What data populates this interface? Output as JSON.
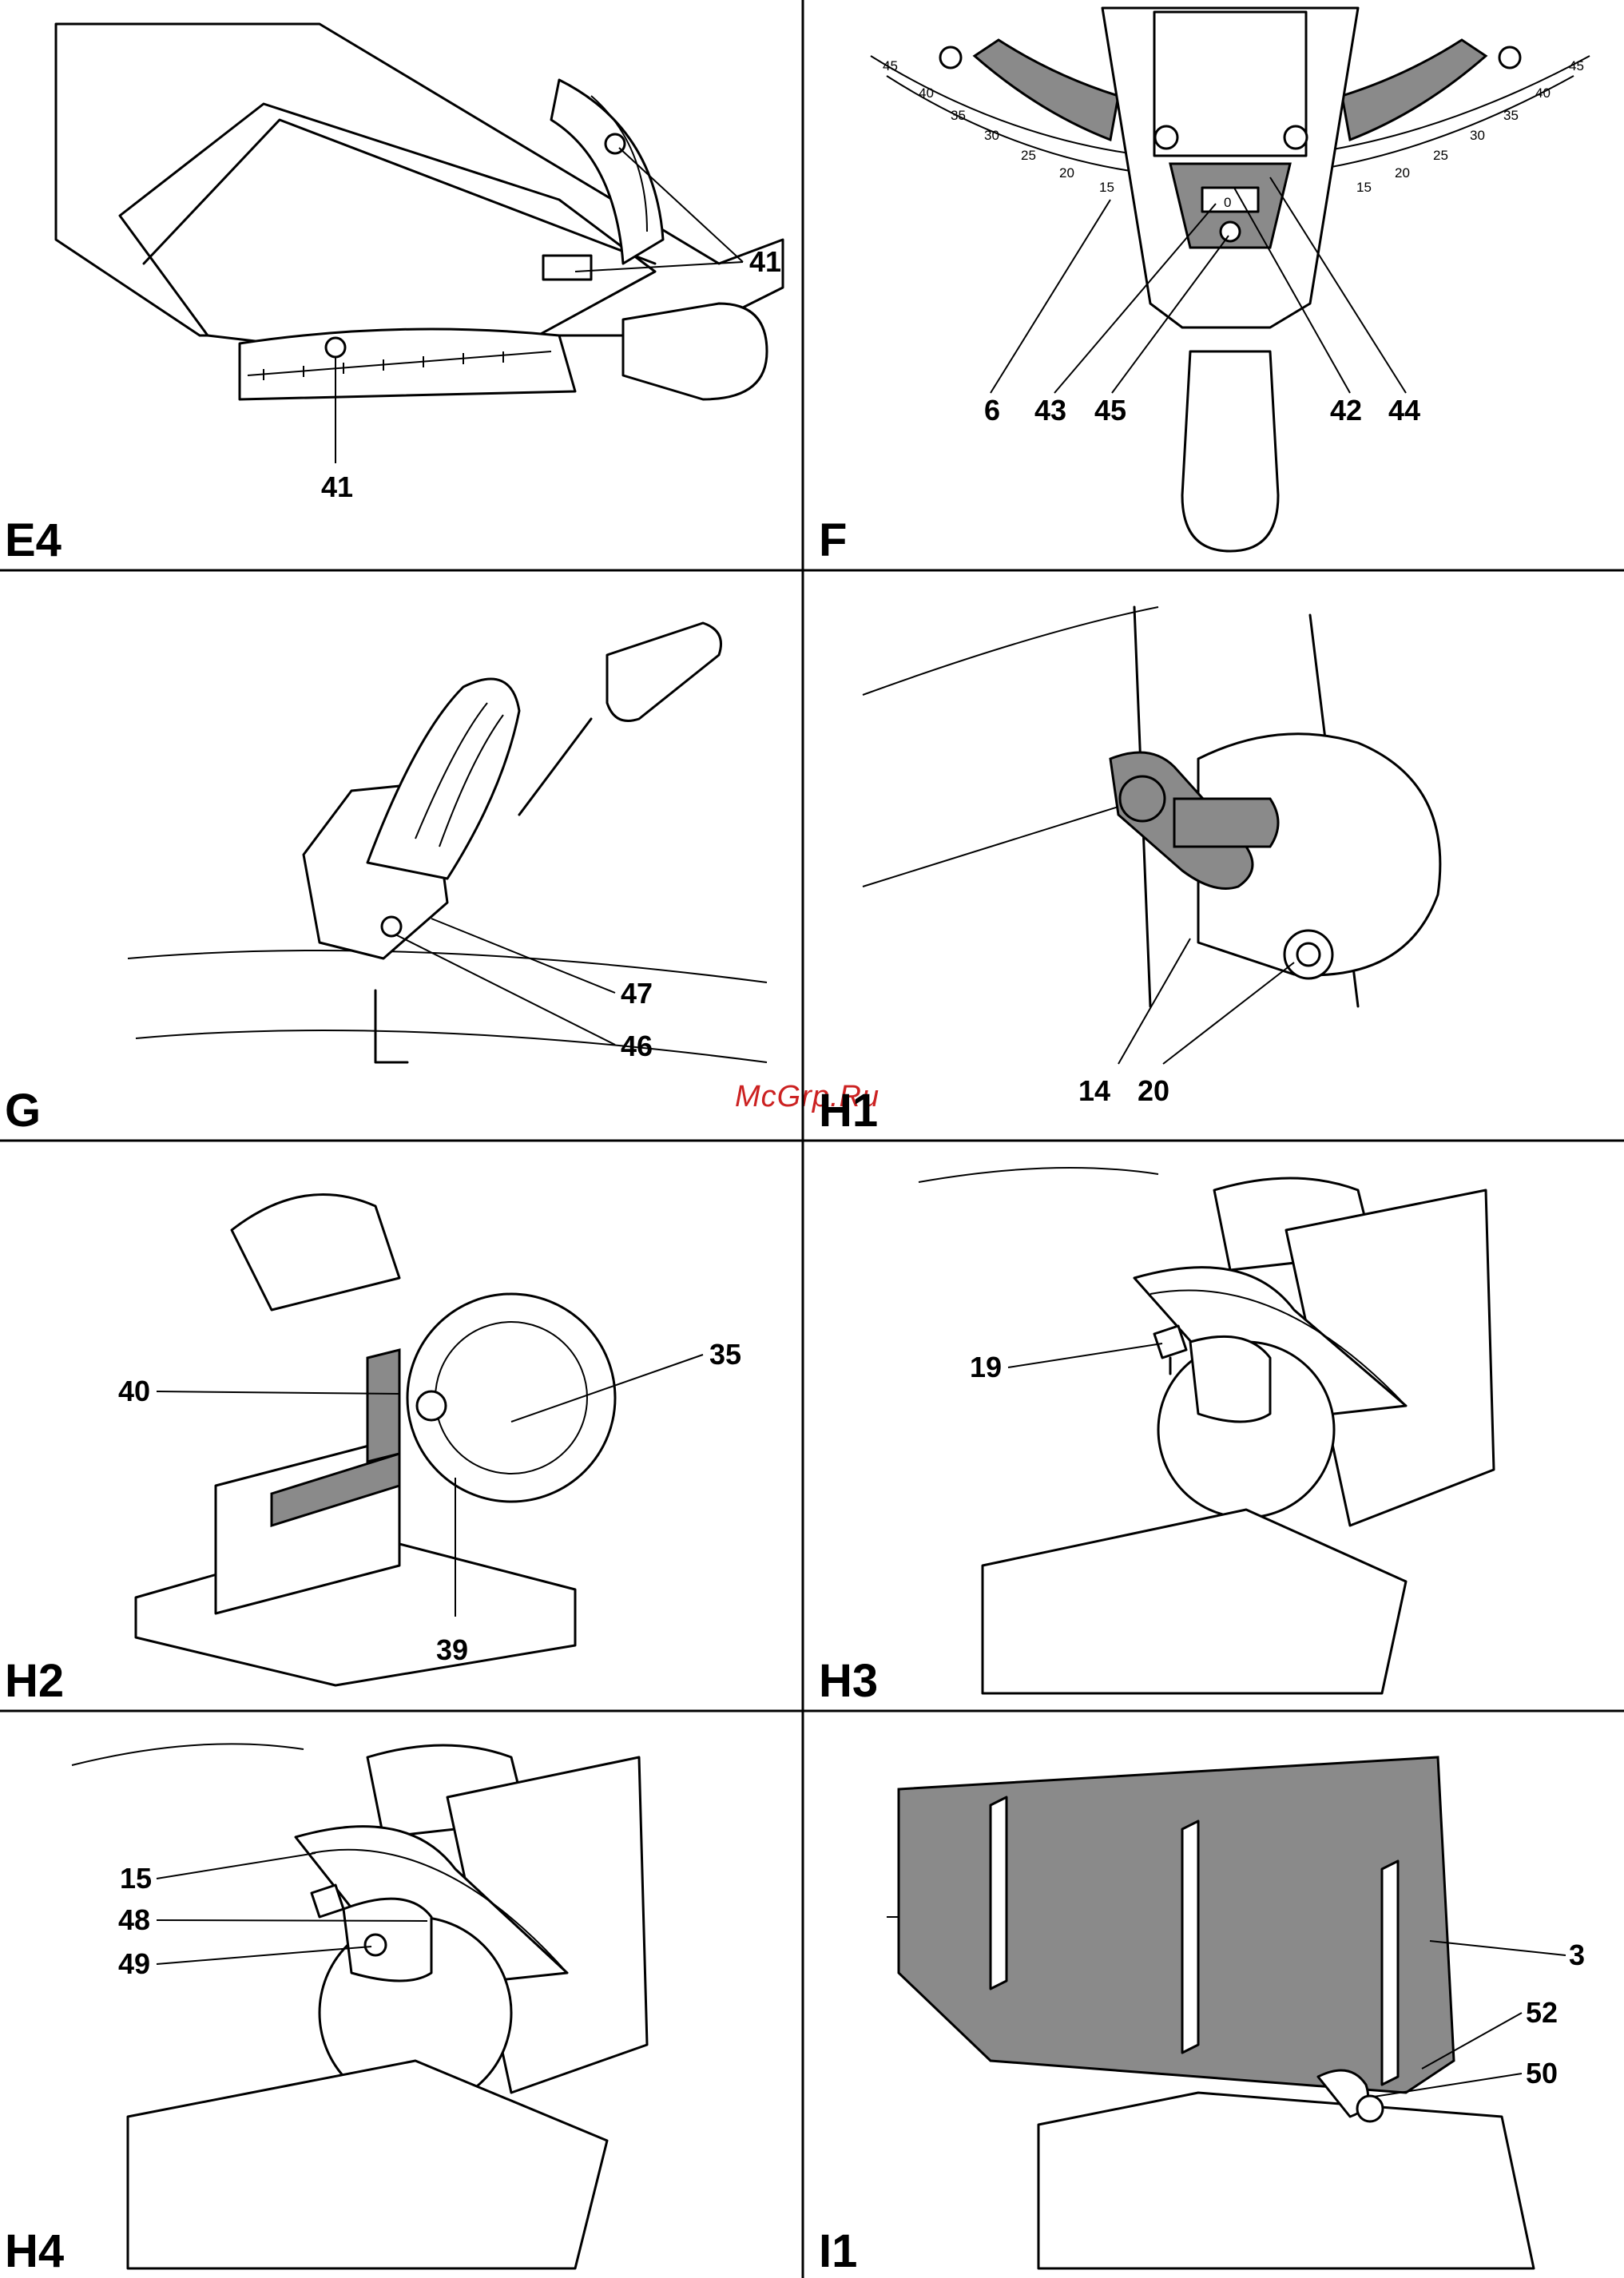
{
  "watermark": "McGrp.Ru",
  "panels": [
    {
      "id": "E4",
      "label": "E4",
      "callouts": [
        "41",
        "41"
      ]
    },
    {
      "id": "F",
      "label": "F",
      "callouts": [
        "6",
        "43",
        "45",
        "42",
        "44"
      ],
      "scale_ticks_left": [
        "45",
        "40",
        "35",
        "30",
        "25",
        "20",
        "15"
      ],
      "scale_ticks_right": [
        "15",
        "20",
        "25",
        "30",
        "35",
        "40",
        "45"
      ],
      "scale_center": "0"
    },
    {
      "id": "G",
      "label": "G",
      "callouts": [
        "47",
        "46"
      ]
    },
    {
      "id": "H1",
      "label": "H1",
      "callouts": [
        "14",
        "20"
      ]
    },
    {
      "id": "H2",
      "label": "H2",
      "callouts": [
        "40",
        "35",
        "39"
      ]
    },
    {
      "id": "H3",
      "label": "H3",
      "callouts": [
        "19"
      ]
    },
    {
      "id": "H4",
      "label": "H4",
      "callouts": [
        "15",
        "48",
        "49"
      ]
    },
    {
      "id": "I1",
      "label": "I1",
      "callouts": [
        "3",
        "52",
        "50"
      ]
    }
  ]
}
